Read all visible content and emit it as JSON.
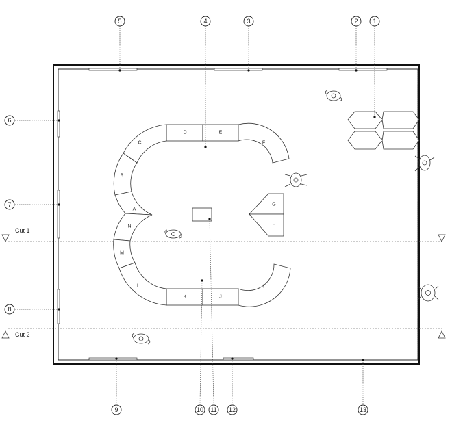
{
  "callouts": [
    "1",
    "2",
    "3",
    "4",
    "5",
    "6",
    "7",
    "8",
    "9",
    "10",
    "11",
    "12",
    "13"
  ],
  "segments": [
    "A",
    "B",
    "C",
    "D",
    "E",
    "F",
    "G",
    "H",
    "I",
    "J",
    "K",
    "L",
    "M",
    "N"
  ],
  "cuts": {
    "cut1": "Cut 1",
    "cut2": "Cut 2"
  },
  "icons": {
    "person": "person-figure-icon",
    "cut_marker": "cut-triangle-icon"
  }
}
